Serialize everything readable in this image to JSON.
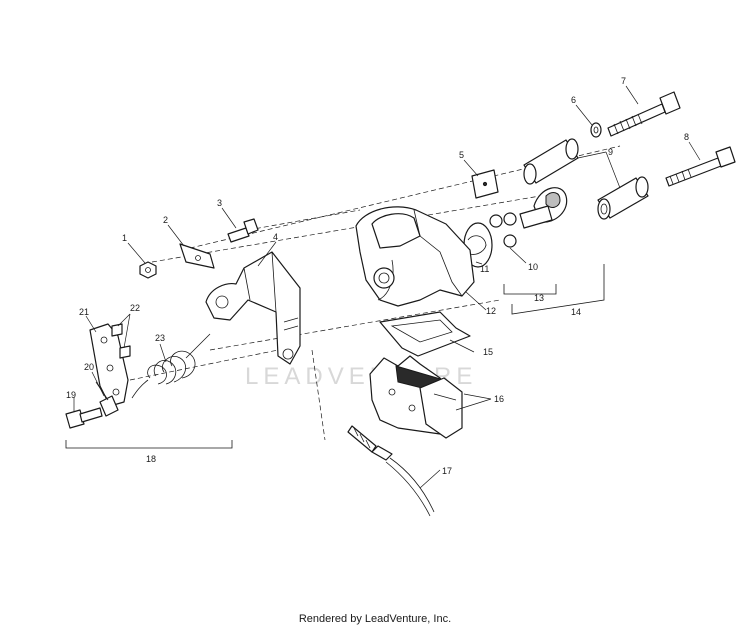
{
  "watermark": "LEADVENTURE",
  "footer": "Rendered by LeadVenture, Inc.",
  "callouts": {
    "n1": "1",
    "n2": "2",
    "n3": "3",
    "n4": "4",
    "n5": "5",
    "n6": "6",
    "n7": "7",
    "n8": "8",
    "n9": "9",
    "n10": "10",
    "n11": "11",
    "n12": "12",
    "n13": "13",
    "n14": "14",
    "n15": "15",
    "n16": "16",
    "n17": "17",
    "n18": "18",
    "n19": "19",
    "n20": "20",
    "n21": "21",
    "n22": "22",
    "n23": "23"
  }
}
